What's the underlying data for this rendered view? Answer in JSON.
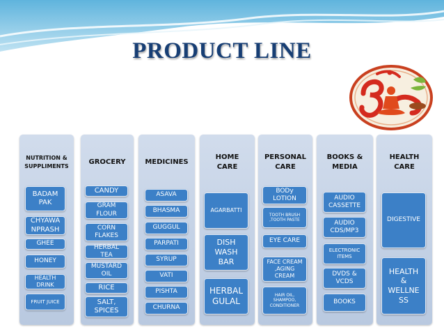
{
  "title": "PRODUCT LINE",
  "colors": {
    "title": "#173e74",
    "box": "#3c80c7",
    "column": "#c6d4e8",
    "logo_red": "#d42a1e"
  },
  "logo": {
    "icon": "om-meditation-logo-icon"
  },
  "columns": [
    {
      "heading": "NUTRITION &\nSUPPLIMENTS",
      "items": [
        "BADAM\nPAK",
        "CHYAWA\nNPRASH",
        "GHEE",
        "HONEY",
        "HEALTH\nDRINK",
        "FRUIT JUICE"
      ]
    },
    {
      "heading": "GROCERY",
      "items": [
        "CANDY",
        "GRAM\nFLOUR",
        "CORN\nFLAKES",
        "HERBAL\nTEA",
        "MUSTARD\nOIL",
        "RICE",
        "SALT,\nSPICES"
      ]
    },
    {
      "heading": "MEDICINES",
      "items": [
        "ASAVA",
        "BHASMA",
        "GUGGUL",
        "PARPATI",
        "SYRUP",
        "VATI",
        "PISHTA",
        "CHURNA"
      ]
    },
    {
      "heading": "HOME\nCARE",
      "items": [
        "AGARBATTI",
        "DISH\nWASH\nBAR",
        "HERBAL\nGULAL"
      ]
    },
    {
      "heading": "PERSONAL\nCARE",
      "items": [
        "BODy\nLOTION",
        "TOOTH BRUSH\n,TOOTH PASTE",
        "EYE CARE",
        "FACE CREAM\n,AGING\nCREAM",
        "HAIR OIL,\nSHAMPOO,\nCONDITIONER"
      ]
    },
    {
      "heading": "BOOKS &\nMEDIA",
      "items": [
        "AUDIO\nCASSETTE",
        "AUDIO\nCDS/MP3",
        "ELECTRONIC\nITEMS",
        "DVDS &\nVCDS",
        "BOOKS"
      ]
    },
    {
      "heading": "HEALTH\nCARE",
      "items": [
        "DIGESTIVE",
        "HEALTH\n&\nWELLNE\nSS"
      ]
    }
  ]
}
